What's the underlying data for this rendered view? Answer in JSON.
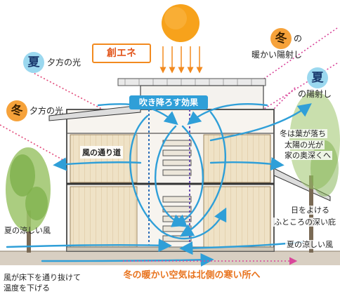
{
  "labels": {
    "season_summer": "夏",
    "season_winter": "冬",
    "sun_energy": "創エネ",
    "summer_evening": "夕方の光",
    "winter_evening": "夕方の光",
    "winter_sunlight": "暖かい陽射し",
    "summer_sunlight": "の陽射し",
    "winter_sunlight_suffix": "の",
    "downdraft": "吹き降ろす効果",
    "wind_path": "風の通り道",
    "winter_leaves_1": "冬は葉が落ち",
    "winter_leaves_2": "太陽の光が",
    "winter_leaves_3": "家の奥深くへ",
    "eaves_1": "日をよける",
    "eaves_2": "ふところの深い庇",
    "summer_breeze_left": "夏の涼しい風",
    "summer_breeze_right": "夏の涼しい風",
    "underfloor_1": "風が床下を通り抜けて",
    "underfloor_2": "温度を下げる",
    "bottom_caption": "冬の暖かい空気は北側の寒い所へ"
  },
  "colors": {
    "airflow": "#2f9fd8",
    "sun": "#f7a21b",
    "sun_arrows": "#f28a1f",
    "summer_badge": "#9bd8ef",
    "winter_badge": "#f6a23a",
    "winter_ray": "#e24a7a",
    "summer_ray": "#d9469a",
    "caption_orange": "#e8731e",
    "tree_green": "#7eb04b"
  },
  "icons": [
    "sun-icon",
    "tree-icon",
    "house-section-illustration",
    "airflow-arrow-icon"
  ]
}
